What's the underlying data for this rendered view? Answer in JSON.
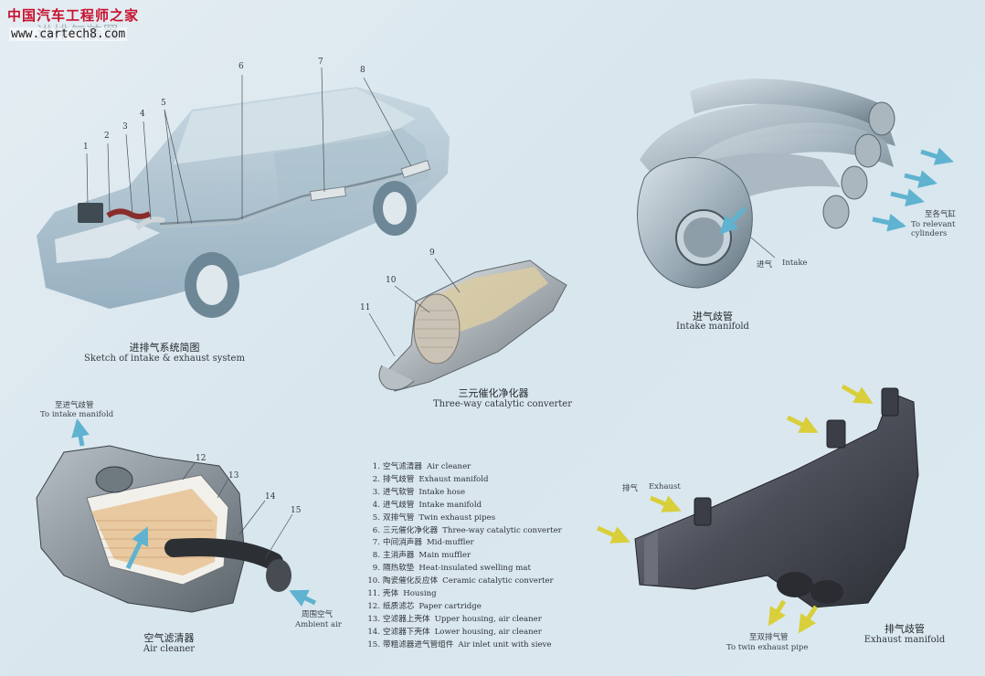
{
  "watermark": {
    "site_cn": "中国汽车工程师之家",
    "url": "www.cartech8.com",
    "title_cn": "进排气装置"
  },
  "sketch": {
    "caption_cn": "进排气系统简图",
    "caption_en": "Sketch of intake & exhaust system",
    "callouts": [
      "1",
      "2",
      "3",
      "4",
      "5",
      "6",
      "7",
      "8"
    ]
  },
  "converter": {
    "caption_cn": "三元催化净化器",
    "caption_en": "Three-way catalytic converter",
    "callouts": [
      "9",
      "10",
      "11"
    ]
  },
  "intake_manifold": {
    "caption_cn": "进气歧管",
    "caption_en": "Intake manifold",
    "label_to_cyl_cn": "至各气缸",
    "label_to_cyl_en": "To relevant cylinders",
    "label_intake_cn": "进气",
    "label_intake_en": "Intake"
  },
  "air_cleaner": {
    "caption_cn": "空气滤清器",
    "caption_en": "Air cleaner",
    "label_to_intake_cn": "至进气歧管",
    "label_to_intake_en": "To intake manifold",
    "label_ambient_cn": "周围空气",
    "label_ambient_en": "Ambient air",
    "callouts": [
      "12",
      "13",
      "14",
      "15"
    ]
  },
  "exhaust_manifold": {
    "caption_cn": "排气歧管",
    "caption_en": "Exhaust manifold",
    "label_exhaust_cn": "排气",
    "label_exhaust_en": "Exhaust",
    "label_twin_cn": "至双排气管",
    "label_twin_en": "To twin exhaust pipe"
  },
  "legend": [
    {
      "n": "1.",
      "cn": "空气滤清器",
      "en": "Air cleaner"
    },
    {
      "n": "2.",
      "cn": "排气歧管",
      "en": "Exhaust manifold"
    },
    {
      "n": "3.",
      "cn": "进气软管",
      "en": "Intake hose"
    },
    {
      "n": "4.",
      "cn": "进气歧管",
      "en": "Intake manifold"
    },
    {
      "n": "5.",
      "cn": "双排气管",
      "en": "Twin exhaust pipes"
    },
    {
      "n": "6.",
      "cn": "三元催化净化器",
      "en": "Three-way catalytic converter"
    },
    {
      "n": "7.",
      "cn": "中间消声器",
      "en": "Mid-muffler"
    },
    {
      "n": "8.",
      "cn": "主消声器",
      "en": "Main muffler"
    },
    {
      "n": "9.",
      "cn": "隔热软垫",
      "en": "Heat-insulated swelling mat"
    },
    {
      "n": "10.",
      "cn": "陶瓷催化反应体",
      "en": "Ceramic catalytic converter"
    },
    {
      "n": "11.",
      "cn": "壳体",
      "en": "Housing"
    },
    {
      "n": "12.",
      "cn": "纸质滤芯",
      "en": "Paper cartridge"
    },
    {
      "n": "13.",
      "cn": "空滤器上壳体",
      "en": "Upper housing, air cleaner"
    },
    {
      "n": "14.",
      "cn": "空滤器下壳体",
      "en": "Lower housing, air cleaner"
    },
    {
      "n": "15.",
      "cn": "带粗滤器进气管组件",
      "en": "Air inlet unit with sieve"
    }
  ],
  "colors": {
    "car_body": "#9fb7c6",
    "arrow_blue": "#5fb3d0",
    "arrow_yellow": "#d8cf3a",
    "manifold_dark": "#4a4d56",
    "paper_filter": "#e9c9a0"
  }
}
